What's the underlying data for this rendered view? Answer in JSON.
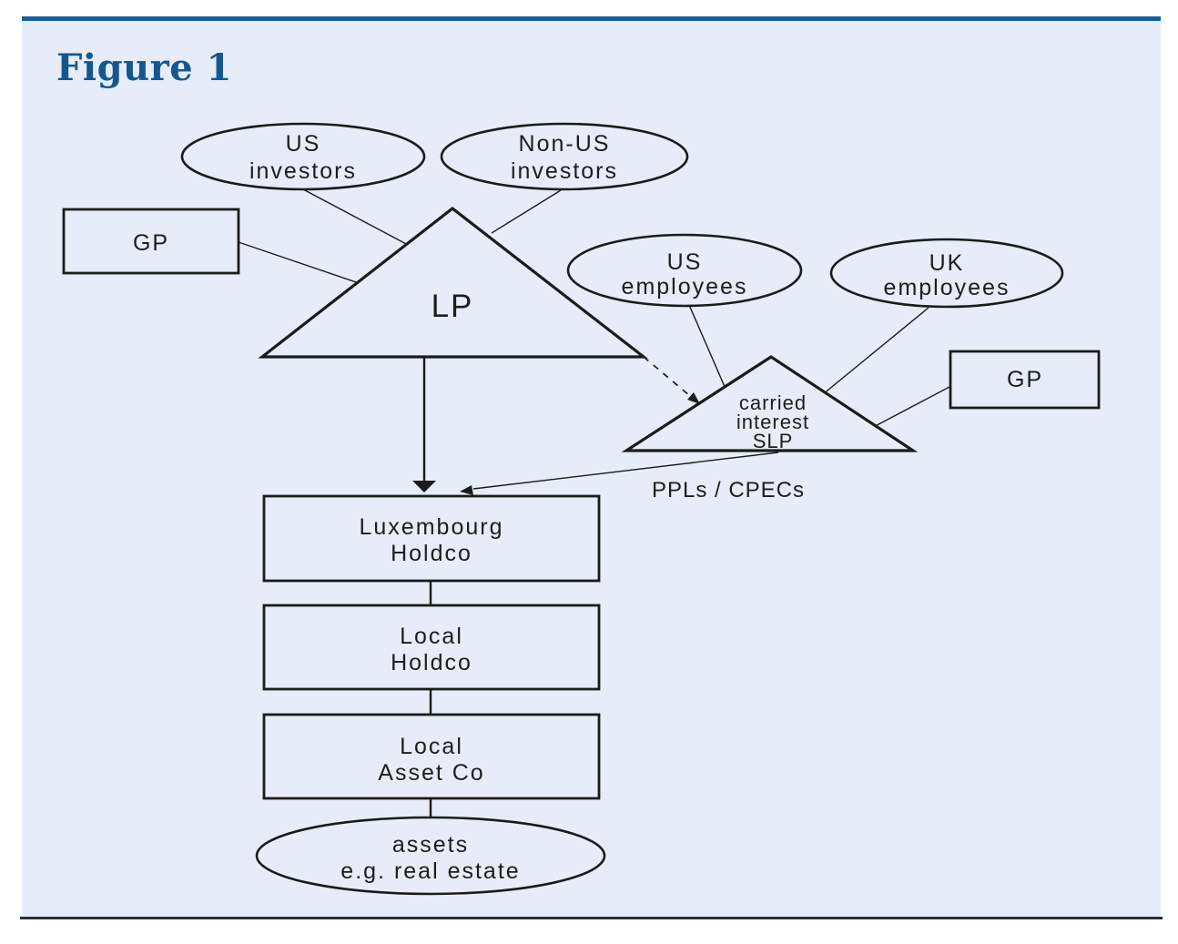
{
  "figure": {
    "title": "Figure 1"
  },
  "colors": {
    "top_bar": "#15609a",
    "panel_bg": "#e6edf8",
    "title_text": "#14578f",
    "line": "#1b1b1b",
    "label_text": "#1d1d1d",
    "bottom_rule": "#303030"
  },
  "nodes": {
    "us_investors": {
      "type": "ellipse",
      "lines": [
        "US",
        "investors"
      ]
    },
    "non_us_investors": {
      "type": "ellipse",
      "lines": [
        "Non-US",
        "investors"
      ]
    },
    "gp_fund": {
      "type": "rectangle",
      "lines": [
        "GP"
      ]
    },
    "lp_fund": {
      "type": "triangle",
      "lines": [
        "LP"
      ]
    },
    "us_employees": {
      "type": "ellipse",
      "lines": [
        "US",
        "employees"
      ]
    },
    "uk_employees": {
      "type": "ellipse",
      "lines": [
        "UK",
        "employees"
      ]
    },
    "gp_slp": {
      "type": "rectangle",
      "lines": [
        "GP"
      ]
    },
    "carried_interest_slp": {
      "type": "triangle",
      "lines": [
        "carried",
        "interest",
        "SLP"
      ]
    },
    "luxembourg_holdco": {
      "type": "rectangle",
      "lines": [
        "Luxembourg",
        "Holdco"
      ]
    },
    "local_holdco": {
      "type": "rectangle",
      "lines": [
        "Local",
        "Holdco"
      ]
    },
    "local_asset_co": {
      "type": "rectangle",
      "lines": [
        "Local",
        "Asset Co"
      ]
    },
    "assets": {
      "type": "ellipse",
      "lines": [
        "assets",
        "e.g. real estate"
      ]
    }
  },
  "edge_labels": {
    "ppls_cpecs": "PPLs / CPECs"
  }
}
